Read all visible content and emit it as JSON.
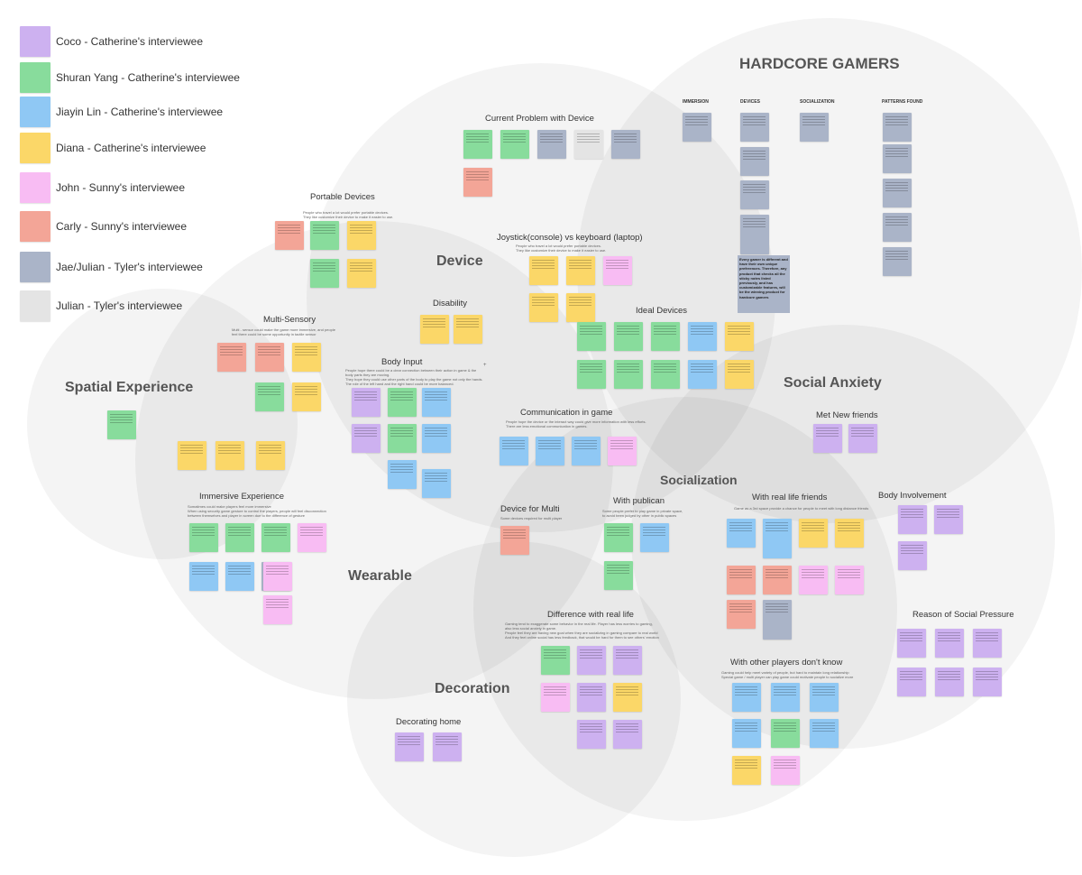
{
  "colors": {
    "coco": "#cdb1f0",
    "shuran": "#88dc9c",
    "jiayin": "#8fc8f4",
    "diana": "#fbd768",
    "john": "#f8bcf3",
    "carly": "#f3a597",
    "jae": "#aab4c8",
    "julian": "#e4e4e4"
  },
  "legend": [
    {
      "label": "Coco - Catherine's interviewee",
      "color": "coco"
    },
    {
      "label": "Shuran Yang - Catherine's interviewee",
      "color": "shuran"
    },
    {
      "label": "Jiayin Lin - Catherine's interviewee",
      "color": "jiayin"
    },
    {
      "label": "Diana - Catherine's interviewee",
      "color": "diana"
    },
    {
      "label": "John - Sunny's interviewee",
      "color": "john"
    },
    {
      "label": "Carly - Sunny's interviewee",
      "color": "carly"
    },
    {
      "label": "Jae/Julian - Tyler's interviewee",
      "color": "jae"
    },
    {
      "label": "Julian  - Tyler's interviewee",
      "color": "julian"
    }
  ],
  "clusters": {
    "hardcore_gamers": "HARDCORE GAMERS",
    "device": "Device",
    "spatial_experience": "Spatial Experience",
    "social_anxiety": "Social Anxiety",
    "socialization": "Socialization",
    "wearable": "Wearable",
    "decoration": "Decoration"
  },
  "hardcore_columns": {
    "immersion": "IMMERSION",
    "devices": "DEVICES",
    "socialization": "SOCIALIZATION",
    "patterns": "PATTERNS FOUND"
  },
  "highlight_note": "Every gamer is different and have their own unique preferences. Therefore, any product that checks all the sticky notes listed previously, and has customizable features, will be the winning product for hardcore gamers",
  "sections": {
    "current_problem": {
      "title": "Current Problem with Device"
    },
    "portable": {
      "title": "Portable Devices",
      "subtitle": "People who travel a lot would prefer portable devices.\nThey like customize their device to make it easier to use."
    },
    "joystick": {
      "title": "Joystick(console) vs keyboard (laptop)",
      "subtitle": "People who travel a lot would prefer portable devices.\nThey like customize their device to make it easier to use."
    },
    "disability": {
      "title": "Disability"
    },
    "ideal_devices": {
      "title": "Ideal Devices"
    },
    "multi_sensory": {
      "title": "Multi-Sensory",
      "subtitle": "Multi - sensor could make the game more immersive, and people\nfeel there could be some opportunity in tactile sensor"
    },
    "body_input": {
      "title": "Body Input",
      "subtitle": "People hope there could be a clear connection between their action in game & the\nbody parts they are moving.\nThey hope they could use other parts of the body to play the game not only the hands.\nThe role of the left hand and the right hand could be more balanced."
    },
    "communication": {
      "title": "Communication in game",
      "subtitle": "People hope the device or the interact way could give more information with less efforts.\nThere are less emotional communication in games."
    },
    "meet_friends": {
      "title": "Met New friends"
    },
    "immersive": {
      "title": "Immersive Experience",
      "subtitle": "Somatimes could make players feel more immersive\nWhen using security game gesture to control the players, people will feel disconnection\nbetween themselves and player in screen due to the difference of gesture"
    },
    "device_multi": {
      "title": "Device for Multi",
      "subtitle": "Some devices required for multi player"
    },
    "publican": {
      "title": "With publican",
      "subtitle": "Some people prefer to play game in private space,\nto avoid been judged by other in public spaces"
    },
    "real_friends": {
      "title": "With real life friends",
      "subtitle": "Game as a 3rd space provide a chance for people to meet with long distance friends"
    },
    "body_involvement": {
      "title": "Body Involvement"
    },
    "social_pressure": {
      "title": "Reason of Social Pressure"
    },
    "difference": {
      "title": "Difference with real life",
      "subtitle": "Gaming tend to exaggerate some behavior in the real life. Player has less worries to gaming,\nalso less social anxiety in game.\nPeople feel they are having new goal when they are socializing in gaming compare to real world\nAnd they feel online social has less feedback, that would be hard for them to see others' emotion"
    },
    "other_players": {
      "title": "With other players don't know",
      "subtitle": "Gaming could help meet variety of people, but hard to maintain long relationship\nSpecial game / multi player can play game could motivate people to socialize more"
    },
    "decorating_home": {
      "title": "Decorating home"
    }
  }
}
